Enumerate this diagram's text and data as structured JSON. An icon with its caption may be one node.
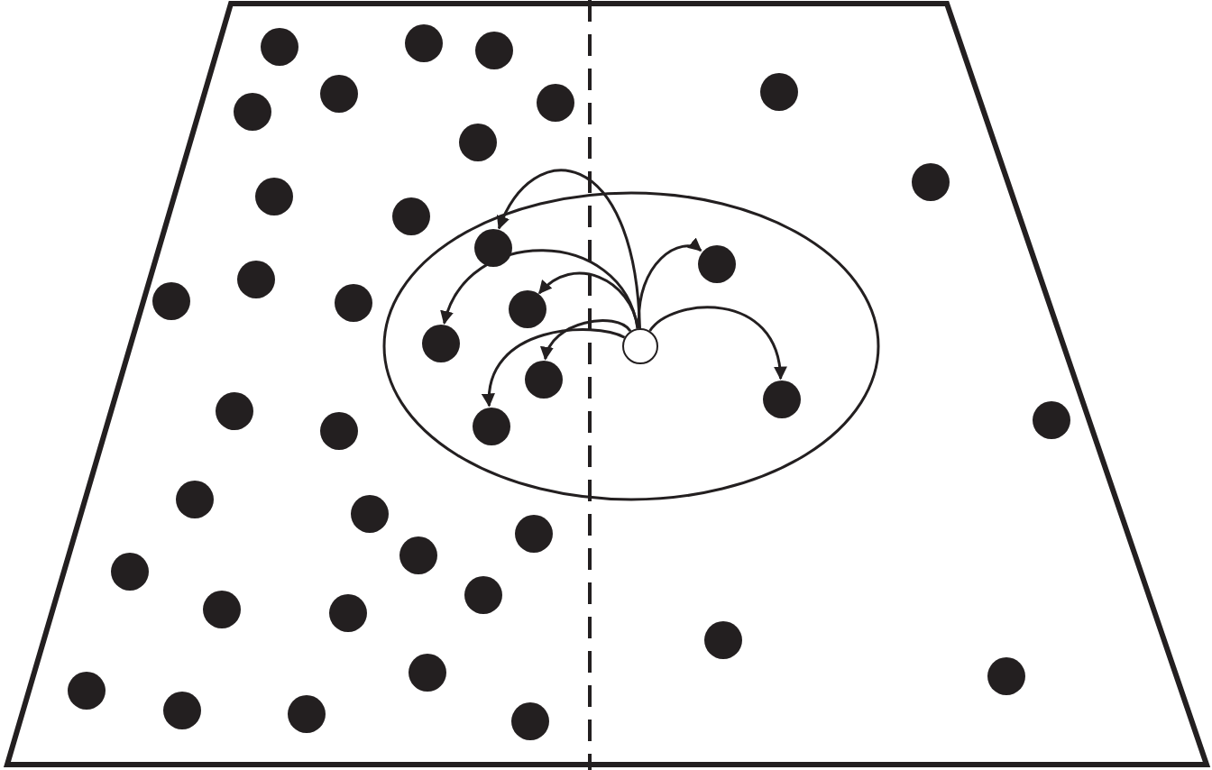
{
  "diagram": {
    "nodes": [
      {
        "text": [],
        "shape": "circle"
      },
      {
        "text": [],
        "shape": "circle"
      },
      {
        "text": [],
        "shape": "circle"
      },
      {
        "text": [],
        "shape": "circle"
      },
      {
        "text": [],
        "shape": "circle"
      },
      {
        "text": [],
        "shape": "circle"
      },
      {
        "text": [],
        "shape": "circle"
      },
      {
        "text": [],
        "shape": "circle"
      }
    ],
    "edges": [
      {
        "from": 0,
        "to": 1,
        "arrow": "to"
      },
      {
        "from": 0,
        "to": 2,
        "arrow": "to"
      },
      {
        "from": 0,
        "to": 3,
        "arrow": "to"
      },
      {
        "from": 0,
        "to": 4,
        "arrow": "to"
      },
      {
        "from": 0,
        "to": 5,
        "arrow": "to"
      },
      {
        "from": 0,
        "to": 6,
        "arrow": "to"
      },
      {
        "from": 0,
        "to": 7,
        "arrow": "to"
      }
    ]
  }
}
